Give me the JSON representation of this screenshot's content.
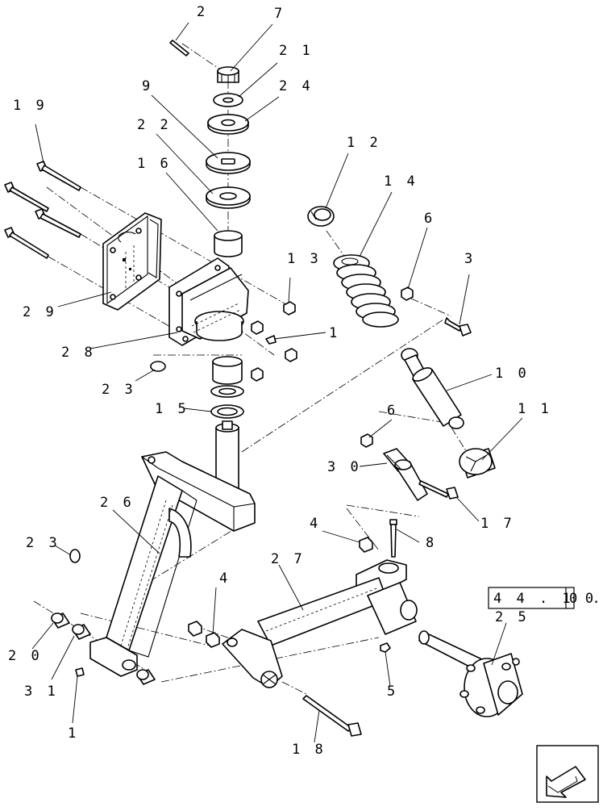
{
  "callouts": {
    "c2": "2",
    "c7": "7",
    "c21": "2 1",
    "c24": "2 4",
    "c9": "9",
    "c22": "2 2",
    "c16": "1 6",
    "c19": "1 9",
    "c12": "1 2",
    "c14": "1 4",
    "c6a": "6",
    "c13": "1 3",
    "c3": "3",
    "c29": "2 9",
    "c1a": "1",
    "c28": "2 8",
    "c23a": "2 3",
    "c10": "1 0",
    "c15": "1 5",
    "c11": "1 1",
    "c6b": "6",
    "c30": "3 0",
    "c26": "2 6",
    "c17": "1 7",
    "c4a": "4",
    "c8": "8",
    "c23b": "2 3",
    "c27": "2 7",
    "c4b": "4",
    "c25": "2 5",
    "c20": "2 0",
    "c31": "3 1",
    "c5": "5",
    "c1b": "1",
    "c18": "1 8"
  },
  "reference": {
    "box": "4 4 . 1 0",
    "suffix": "0 ."
  },
  "icons": {
    "nav": "arrow-icon"
  }
}
